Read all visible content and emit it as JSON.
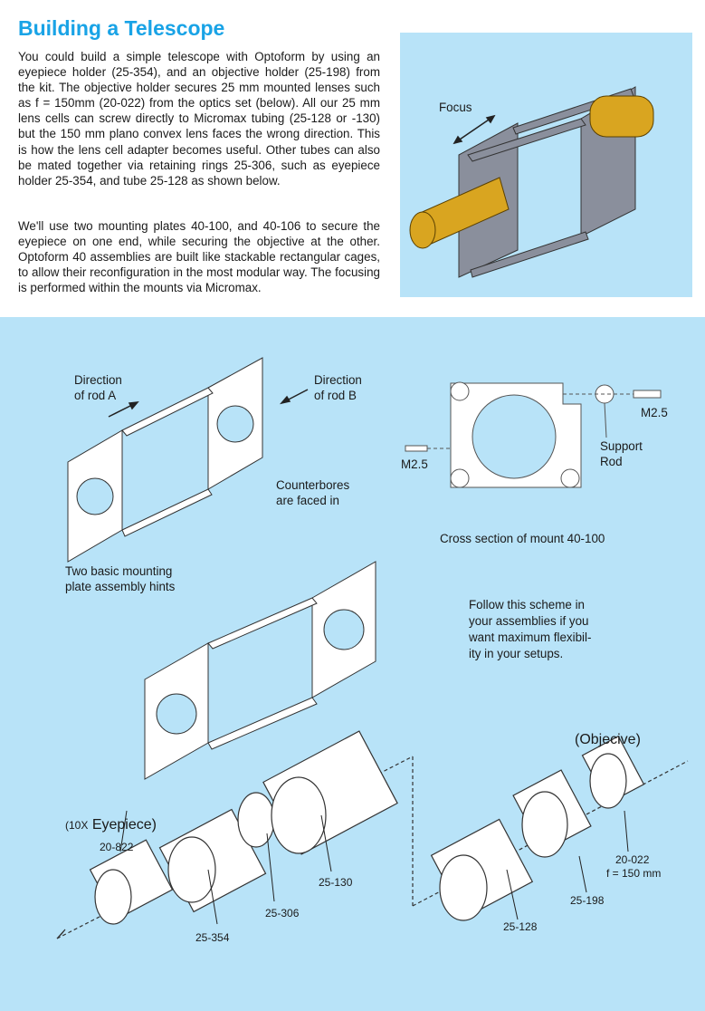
{
  "title": "Building a Telescope",
  "paragraphs": [
    "You could build a simple telescope with Optoform by using an eyepiece holder (25-354), and an objective holder (25-198) from the kit. The objective holder secures 25 mm mounted lenses such as f = 150mm (20-022) from the optics set (below). All our 25 mm lens cells can screw directly to Micromax tubing (25-128 or -130) but the 150 mm plano convex lens faces the wrong direction. This is how the lens cell adapter becomes useful. Other tubes can also be mated together via retaining rings 25-306, such as eyepiece holder 25-354, and tube 25-128 as shown below.",
    "We'll use two mounting plates 40-100, and 40-106 to secure the eyepiece on one end, while securing the objective at the other. Optoform 40 assemblies are built like stackable rectangular cages, to allow their reconfiguration in the most modular way. The focusing is performed within the mounts via Micromax."
  ],
  "hero": {
    "focus_label": "Focus"
  },
  "hints": {
    "rod_a": [
      "Direction",
      "of rod A"
    ],
    "rod_b": [
      "Direction",
      "of rod B"
    ],
    "counterbores": [
      "Counterbores",
      "are faced in"
    ],
    "caption": [
      "Two basic mounting",
      "plate assembly hints"
    ]
  },
  "cross_section": {
    "screw_right": "M2.5",
    "screw_left": "M2.5",
    "support_rod": [
      "Support",
      "Rod"
    ],
    "caption": "Cross section of mount 40-100"
  },
  "scheme_note": [
    "Follow this scheme in",
    "your assemblies if you",
    "want maximum flexibil-",
    "ity in your setups."
  ],
  "exploded": {
    "objective_label": "(Objecive)",
    "eyepiece_prefix": "(10X",
    "eyepiece_label": "Eyepiece)",
    "parts": {
      "p20822": "20-822",
      "p25354": "25-354",
      "p25306": "25-306",
      "p25130": "25-130",
      "p25128": "25-128",
      "p25198": "25-198",
      "p20022": "20-022",
      "focal": "f = 150 mm"
    }
  },
  "colors": {
    "title": "#19a3e6",
    "panel": "#b8e3f8",
    "brass": "#d9a520"
  }
}
